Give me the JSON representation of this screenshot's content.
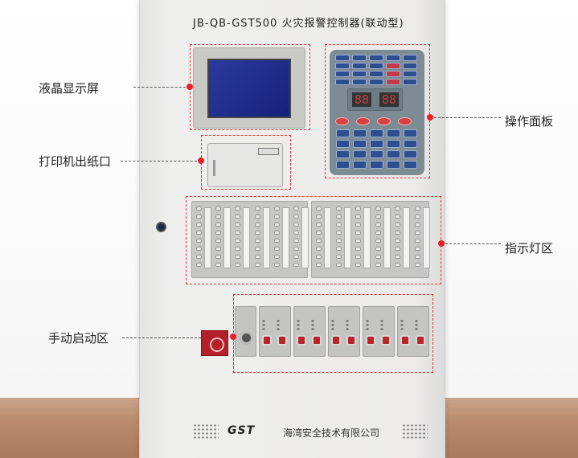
{
  "panel_title": "JB-QB-GST500  火灾报警控制器(联动型)",
  "labels": {
    "lcd": "液晶显示屏",
    "printer": "打印机出纸口",
    "operation_panel": "操作面板",
    "indicator_area": "指示灯区",
    "manual_start": "手动启动区"
  },
  "display_digits": [
    "88",
    "88"
  ],
  "footer": {
    "logo": "GST",
    "company": "海湾安全技术有限公司"
  },
  "colors": {
    "annotation": "#d9363e",
    "cabinet": "#ecebe9",
    "lcd": "#1d2a8c",
    "button_red": "#b9252a"
  }
}
